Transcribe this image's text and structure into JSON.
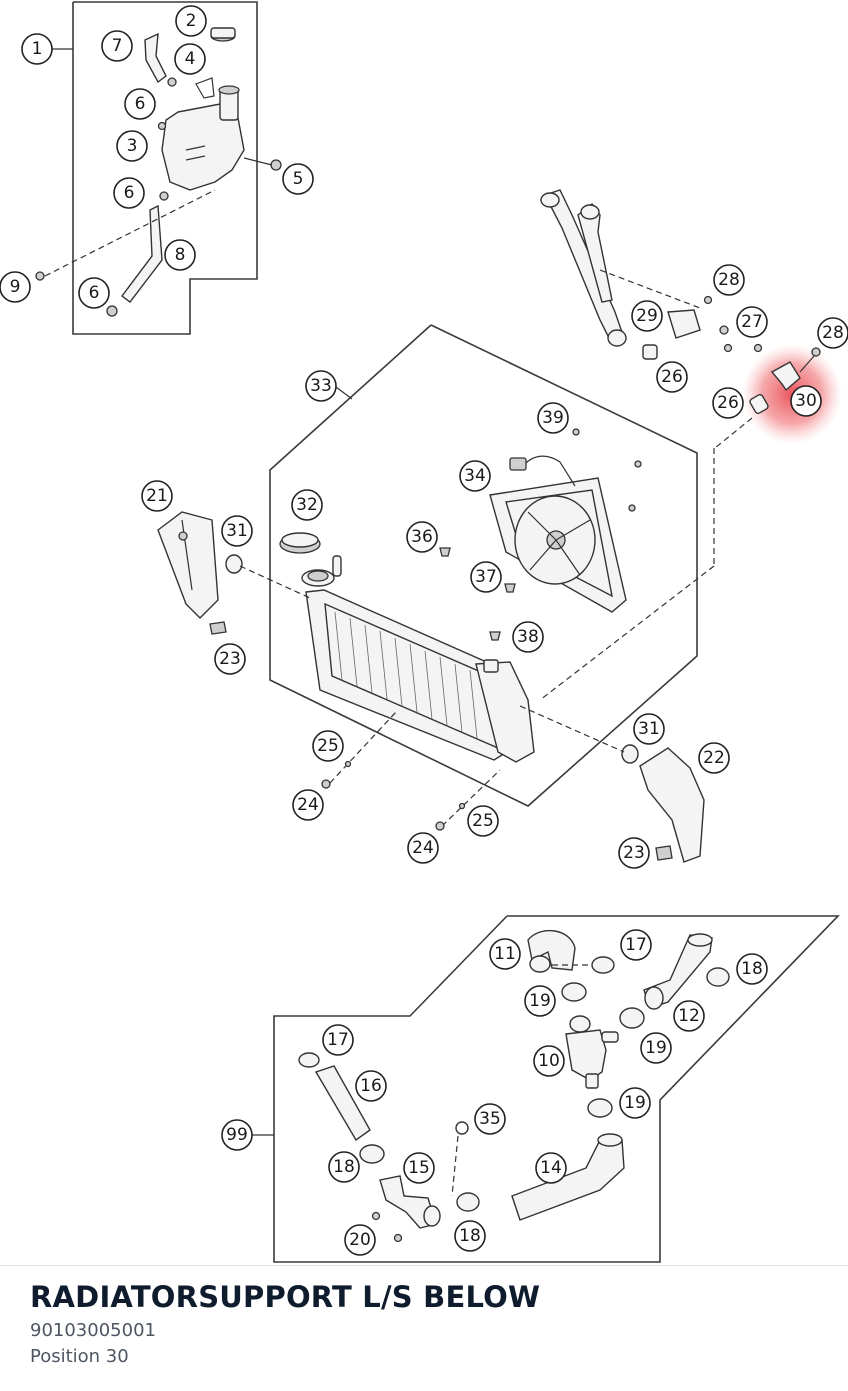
{
  "part": {
    "title": "RADIATORSUPPORT L/S BELOW",
    "number": "90103005001",
    "position": "Position 30"
  },
  "highlight": {
    "label": "30",
    "color": "#e8424a"
  },
  "callouts": {
    "c1": "1",
    "c2": "2",
    "c3": "3",
    "c4": "4",
    "c5": "5",
    "c6a": "6",
    "c6b": "6",
    "c6c": "6",
    "c7": "7",
    "c8": "8",
    "c9": "9",
    "c10": "10",
    "c11": "11",
    "c12": "12",
    "c14": "14",
    "c15": "15",
    "c16": "16",
    "c17a": "17",
    "c17b": "17",
    "c18a": "18",
    "c18b": "18",
    "c18c": "18",
    "c19a": "19",
    "c19b": "19",
    "c19c": "19",
    "c20": "20",
    "c21": "21",
    "c22": "22",
    "c23a": "23",
    "c23b": "23",
    "c24a": "24",
    "c24b": "24",
    "c25a": "25",
    "c25b": "25",
    "c26a": "26",
    "c26b": "26",
    "c27": "27",
    "c28a": "28",
    "c28b": "28",
    "c29": "29",
    "c31a": "31",
    "c31b": "31",
    "c32": "32",
    "c33": "33",
    "c34": "34",
    "c35": "35",
    "c36": "36",
    "c37": "37",
    "c38": "38",
    "c39": "39",
    "c99": "99"
  }
}
